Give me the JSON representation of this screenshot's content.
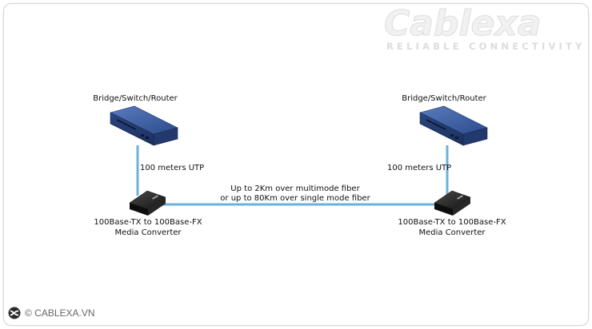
{
  "brand": {
    "name": "Cablexa",
    "tagline": "RELIABLE CONNECTIVITY"
  },
  "left_side": {
    "device_label": "Bridge/Switch/Router",
    "cable_label": "100 meters UTP",
    "converter_label_line1": "100Base-TX to 100Base-FX",
    "converter_label_line2": "Media Converter"
  },
  "right_side": {
    "device_label": "Bridge/Switch/Router",
    "cable_label": "100 meters UTP",
    "converter_label_line1": "100Base-TX to 100Base-FX",
    "converter_label_line2": "Media Converter"
  },
  "fiber": {
    "label_line1": "Up to 2Km over multimode fiber",
    "label_line2": "or up to 80Km over single mode fiber"
  },
  "footer": {
    "copyright": "© CABLEXA.VN"
  },
  "colors": {
    "cable": "#6cb1d8",
    "switch_body": "#2f4f8e",
    "converter_body": "#1b1b1b"
  }
}
